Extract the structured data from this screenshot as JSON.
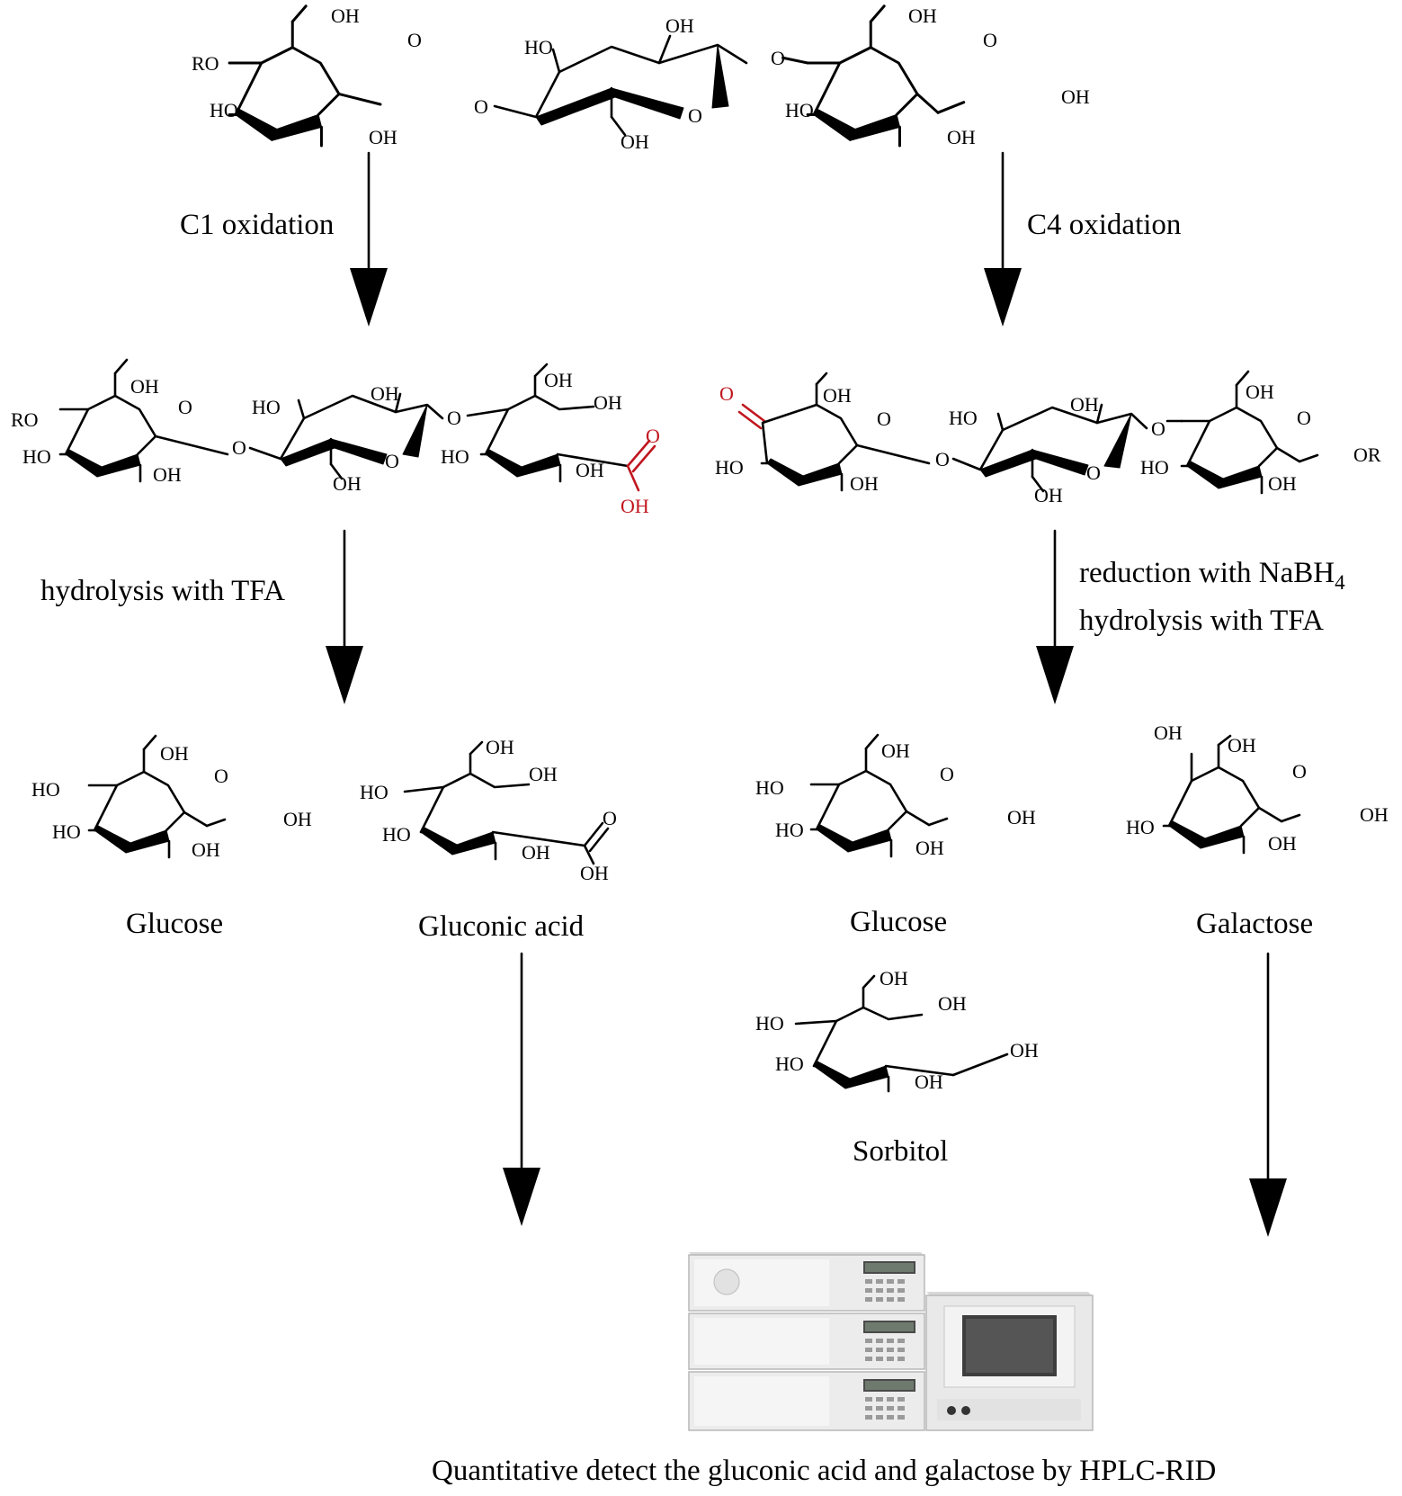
{
  "steps": {
    "c1_oxidation": "C1 oxidation",
    "c4_oxidation": "C4 oxidation",
    "hydrolysis_left": "hydrolysis with TFA",
    "reduction_line": "reduction with NaBH",
    "reduction_subscript": "4",
    "hydrolysis_right": "hydrolysis with TFA"
  },
  "products": {
    "glucose_left": "Glucose",
    "gluconic_acid": "Gluconic acid",
    "glucose_right": "Glucose",
    "galactose": "Galactose",
    "sorbitol": "Sorbitol"
  },
  "final_caption": "Quantitative detect the gluconic acid and galactose by HPLC-RID",
  "atoms": {
    "oh": "OH",
    "ho": "HO",
    "ro": "RO",
    "or": "OR",
    "o": "O"
  },
  "colors": {
    "highlight": "#c0161e",
    "line": "#000000"
  }
}
